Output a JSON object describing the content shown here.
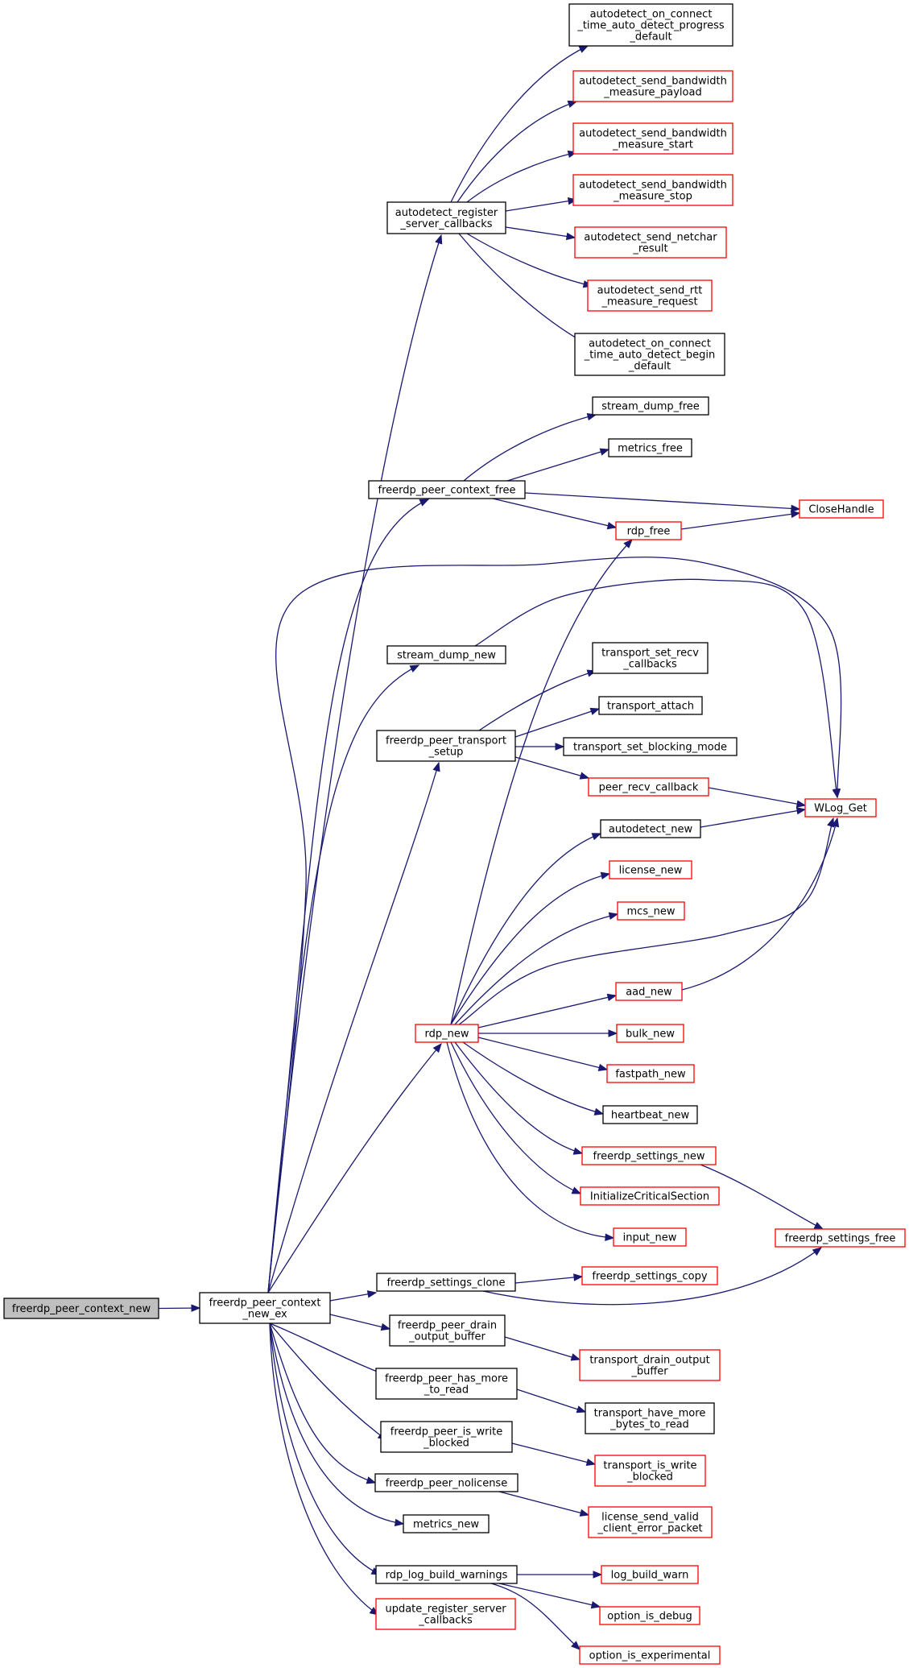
{
  "colors": {
    "edge": "#191970",
    "border_default": "#000000",
    "border_link": "#ff0000",
    "fill_root": "#bfbfbf",
    "fill_default": "#ffffff"
  },
  "nodes": [
    {
      "id": "root",
      "lines": [
        "freerdp_peer_context_new"
      ],
      "style": "root"
    },
    {
      "id": "ctxex",
      "lines": [
        "freerdp_peer_context",
        "_new_ex"
      ],
      "style": "default"
    },
    {
      "id": "adreg",
      "lines": [
        "autodetect_register",
        "_server_callbacks"
      ],
      "style": "default"
    },
    {
      "id": "adprog",
      "lines": [
        "autodetect_on_connect",
        "_time_auto_detect_progress",
        "_default"
      ],
      "style": "default"
    },
    {
      "id": "adbwpay",
      "lines": [
        "autodetect_send_bandwidth",
        "_measure_payload"
      ],
      "style": "link"
    },
    {
      "id": "adbwstart",
      "lines": [
        "autodetect_send_bandwidth",
        "_measure_start"
      ],
      "style": "link"
    },
    {
      "id": "adbwstop",
      "lines": [
        "autodetect_send_bandwidth",
        "_measure_stop"
      ],
      "style": "link"
    },
    {
      "id": "adnetchar",
      "lines": [
        "autodetect_send_netchar",
        "_result"
      ],
      "style": "link"
    },
    {
      "id": "adrtt",
      "lines": [
        "autodetect_send_rtt",
        "_measure_request"
      ],
      "style": "link"
    },
    {
      "id": "adbegin",
      "lines": [
        "autodetect_on_connect",
        "_time_auto_detect_begin",
        "_default"
      ],
      "style": "default"
    },
    {
      "id": "ctxfree",
      "lines": [
        "freerdp_peer_context_free"
      ],
      "style": "default"
    },
    {
      "id": "sdfree",
      "lines": [
        "stream_dump_free"
      ],
      "style": "default"
    },
    {
      "id": "metfree",
      "lines": [
        "metrics_free"
      ],
      "style": "default"
    },
    {
      "id": "closeh",
      "lines": [
        "CloseHandle"
      ],
      "style": "link"
    },
    {
      "id": "rdpfree",
      "lines": [
        "rdp_free"
      ],
      "style": "link"
    },
    {
      "id": "sdnew",
      "lines": [
        "stream_dump_new"
      ],
      "style": "default"
    },
    {
      "id": "tsetup",
      "lines": [
        "freerdp_peer_transport",
        "_setup"
      ],
      "style": "default"
    },
    {
      "id": "tsrecv",
      "lines": [
        "transport_set_recv",
        "_callbacks"
      ],
      "style": "default"
    },
    {
      "id": "tattach",
      "lines": [
        "transport_attach"
      ],
      "style": "default"
    },
    {
      "id": "tblock",
      "lines": [
        "transport_set_blocking_mode"
      ],
      "style": "default"
    },
    {
      "id": "peerrecv",
      "lines": [
        "peer_recv_callback"
      ],
      "style": "link"
    },
    {
      "id": "wlog",
      "lines": [
        "WLog_Get"
      ],
      "style": "link"
    },
    {
      "id": "adnew",
      "lines": [
        "autodetect_new"
      ],
      "style": "default"
    },
    {
      "id": "licnew",
      "lines": [
        "license_new"
      ],
      "style": "link"
    },
    {
      "id": "mcsnew",
      "lines": [
        "mcs_new"
      ],
      "style": "link"
    },
    {
      "id": "aadnew",
      "lines": [
        "aad_new"
      ],
      "style": "link"
    },
    {
      "id": "rdpnew",
      "lines": [
        "rdp_new"
      ],
      "style": "link"
    },
    {
      "id": "bulknew",
      "lines": [
        "bulk_new"
      ],
      "style": "link"
    },
    {
      "id": "fastnew",
      "lines": [
        "fastpath_new"
      ],
      "style": "link"
    },
    {
      "id": "hbnew",
      "lines": [
        "heartbeat_new"
      ],
      "style": "default"
    },
    {
      "id": "setnew",
      "lines": [
        "freerdp_settings_new"
      ],
      "style": "link"
    },
    {
      "id": "initcs",
      "lines": [
        "InitializeCriticalSection"
      ],
      "style": "link"
    },
    {
      "id": "inputnew",
      "lines": [
        "input_new"
      ],
      "style": "link"
    },
    {
      "id": "setfree",
      "lines": [
        "freerdp_settings_free"
      ],
      "style": "link"
    },
    {
      "id": "setclone",
      "lines": [
        "freerdp_settings_clone"
      ],
      "style": "default"
    },
    {
      "id": "setcopy",
      "lines": [
        "freerdp_settings_copy"
      ],
      "style": "link"
    },
    {
      "id": "drain",
      "lines": [
        "freerdp_peer_drain",
        "_output_buffer"
      ],
      "style": "default"
    },
    {
      "id": "tdrain",
      "lines": [
        "transport_drain_output",
        "_buffer"
      ],
      "style": "link"
    },
    {
      "id": "hasmore",
      "lines": [
        "freerdp_peer_has_more",
        "_to_read"
      ],
      "style": "default"
    },
    {
      "id": "thavemore",
      "lines": [
        "transport_have_more",
        "_bytes_to_read"
      ],
      "style": "default"
    },
    {
      "id": "iswrite",
      "lines": [
        "freerdp_peer_is_write",
        "_blocked"
      ],
      "style": "default"
    },
    {
      "id": "tiswrite",
      "lines": [
        "transport_is_write",
        "_blocked"
      ],
      "style": "link"
    },
    {
      "id": "nolic",
      "lines": [
        "freerdp_peer_nolicense"
      ],
      "style": "default"
    },
    {
      "id": "licsend",
      "lines": [
        "license_send_valid",
        "_client_error_packet"
      ],
      "style": "link"
    },
    {
      "id": "metnew",
      "lines": [
        "metrics_new"
      ],
      "style": "default"
    },
    {
      "id": "logbw",
      "lines": [
        "rdp_log_build_warnings"
      ],
      "style": "default"
    },
    {
      "id": "logwarn",
      "lines": [
        "log_build_warn"
      ],
      "style": "link"
    },
    {
      "id": "optdebug",
      "lines": [
        "option_is_debug"
      ],
      "style": "link"
    },
    {
      "id": "optexp",
      "lines": [
        "option_is_experimental"
      ],
      "style": "link"
    },
    {
      "id": "updreg",
      "lines": [
        "update_register_server",
        "_callbacks"
      ],
      "style": "link"
    }
  ],
  "edges": [
    [
      "root",
      "ctxex"
    ],
    [
      "ctxex",
      "adreg"
    ],
    [
      "ctxex",
      "ctxfree"
    ],
    [
      "ctxex",
      "wlog"
    ],
    [
      "ctxex",
      "sdnew"
    ],
    [
      "ctxex",
      "tsetup"
    ],
    [
      "ctxex",
      "rdpnew"
    ],
    [
      "ctxex",
      "setclone"
    ],
    [
      "ctxex",
      "drain"
    ],
    [
      "ctxex",
      "hasmore"
    ],
    [
      "ctxex",
      "iswrite"
    ],
    [
      "ctxex",
      "nolic"
    ],
    [
      "ctxex",
      "metnew"
    ],
    [
      "ctxex",
      "logbw"
    ],
    [
      "ctxex",
      "updreg"
    ],
    [
      "adreg",
      "adprog"
    ],
    [
      "adreg",
      "adbwpay"
    ],
    [
      "adreg",
      "adbwstart"
    ],
    [
      "adreg",
      "adbwstop"
    ],
    [
      "adreg",
      "adnetchar"
    ],
    [
      "adreg",
      "adrtt"
    ],
    [
      "adreg",
      "adbegin"
    ],
    [
      "ctxfree",
      "sdfree"
    ],
    [
      "ctxfree",
      "metfree"
    ],
    [
      "ctxfree",
      "closeh"
    ],
    [
      "ctxfree",
      "rdpfree"
    ],
    [
      "rdpfree",
      "closeh"
    ],
    [
      "sdnew",
      "wlog"
    ],
    [
      "tsetup",
      "tsrecv"
    ],
    [
      "tsetup",
      "tattach"
    ],
    [
      "tsetup",
      "tblock"
    ],
    [
      "tsetup",
      "peerrecv"
    ],
    [
      "peerrecv",
      "wlog"
    ],
    [
      "rdpnew",
      "rdpfree"
    ],
    [
      "rdpnew",
      "adnew"
    ],
    [
      "rdpnew",
      "licnew"
    ],
    [
      "rdpnew",
      "mcsnew"
    ],
    [
      "rdpnew",
      "wlog"
    ],
    [
      "rdpnew",
      "aadnew"
    ],
    [
      "rdpnew",
      "bulknew"
    ],
    [
      "rdpnew",
      "fastnew"
    ],
    [
      "rdpnew",
      "hbnew"
    ],
    [
      "rdpnew",
      "setnew"
    ],
    [
      "rdpnew",
      "initcs"
    ],
    [
      "rdpnew",
      "inputnew"
    ],
    [
      "adnew",
      "wlog"
    ],
    [
      "aadnew",
      "wlog"
    ],
    [
      "setnew",
      "setfree"
    ],
    [
      "setclone",
      "setcopy"
    ],
    [
      "setclone",
      "setfree"
    ],
    [
      "drain",
      "tdrain"
    ],
    [
      "hasmore",
      "thavemore"
    ],
    [
      "iswrite",
      "tiswrite"
    ],
    [
      "nolic",
      "licsend"
    ],
    [
      "logbw",
      "logwarn"
    ],
    [
      "logbw",
      "optdebug"
    ],
    [
      "logbw",
      "optexp"
    ]
  ]
}
